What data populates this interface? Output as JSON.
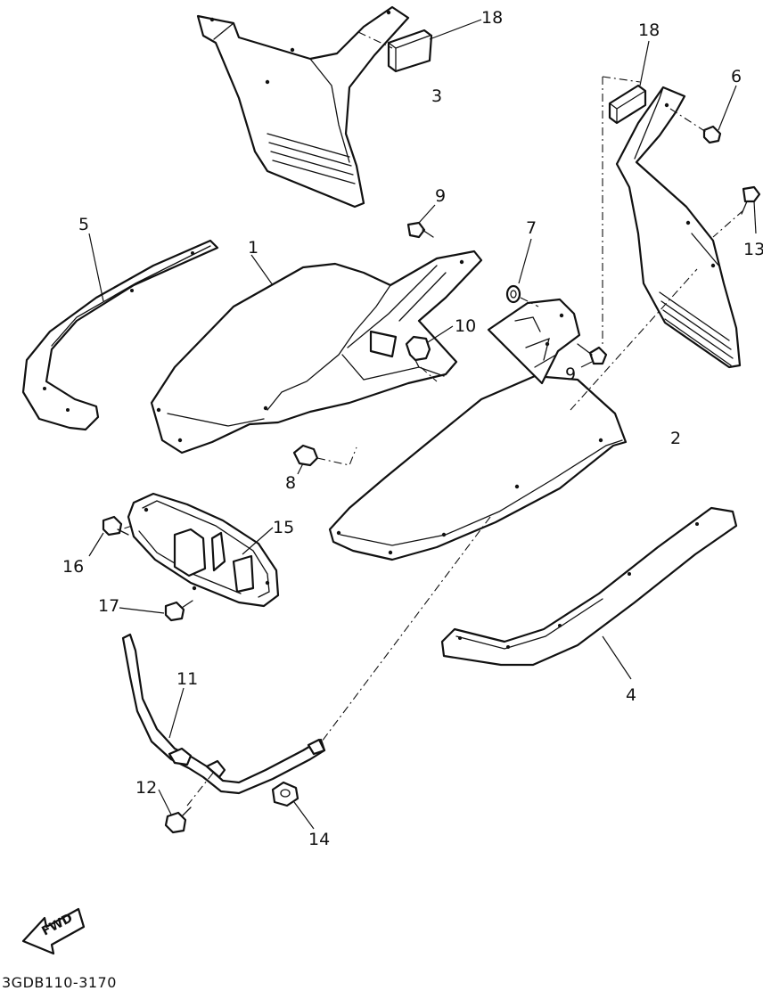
{
  "diagram": {
    "drawing_code": "3GDB110-3170",
    "direction_label": "FWD",
    "callouts": {
      "c1": "1",
      "c2": "2",
      "c3": "3",
      "c4": "4",
      "c5": "5",
      "c6": "6",
      "c7": "7",
      "c8": "8",
      "c9a": "9",
      "c9b": "9",
      "c10": "10",
      "c11": "11",
      "c12": "12",
      "c13": "13",
      "c14": "14",
      "c15": "15",
      "c16": "16",
      "c17": "17",
      "c18a": "18",
      "c18b": "18"
    }
  }
}
